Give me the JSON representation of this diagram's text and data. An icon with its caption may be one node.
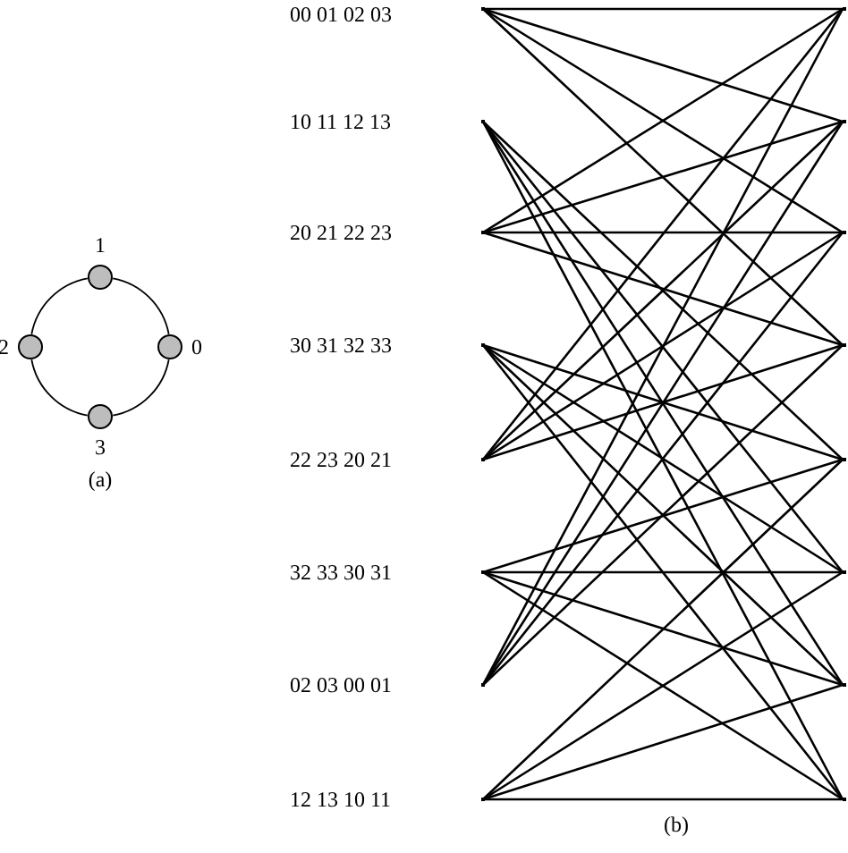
{
  "diagram": {
    "nodes": [
      {
        "text": [
          "1"
        ]
      },
      {
        "text": [
          "2"
        ]
      },
      {
        "text": [
          "0"
        ]
      },
      {
        "text": [
          "3"
        ]
      },
      {
        "text": [
          "00 01 02 03"
        ]
      },
      {
        "text": [
          "10 11 12 13"
        ]
      },
      {
        "text": [
          "20 21 22 23"
        ]
      },
      {
        "text": [
          "30 31 32 33"
        ]
      },
      {
        "text": [
          "22 23 20 21"
        ]
      },
      {
        "text": [
          "32 33 30 31"
        ]
      },
      {
        "text": [
          "02 03 00 01"
        ]
      },
      {
        "text": [
          "12 13 10 11"
        ]
      },
      {
        "text": [],
        "shape": "point"
      },
      {
        "text": [],
        "shape": "point"
      },
      {
        "text": [],
        "shape": "point"
      },
      {
        "text": [],
        "shape": "point"
      },
      {
        "text": [],
        "shape": "point"
      },
      {
        "text": [],
        "shape": "point"
      },
      {
        "text": [],
        "shape": "point"
      },
      {
        "text": [],
        "shape": "point"
      }
    ],
    "edges": [
      {
        "from": 0,
        "to": 2,
        "arrow": "none"
      },
      {
        "from": 2,
        "to": 3,
        "arrow": "none"
      },
      {
        "from": 3,
        "to": 1,
        "arrow": "none"
      },
      {
        "from": 1,
        "to": 0,
        "arrow": "none"
      },
      {
        "from": 4,
        "to": 12,
        "arrow": "none"
      },
      {
        "from": 4,
        "to": 13,
        "arrow": "none"
      },
      {
        "from": 4,
        "to": 14,
        "arrow": "none"
      },
      {
        "from": 4,
        "to": 15,
        "arrow": "none"
      },
      {
        "from": 5,
        "to": 16,
        "arrow": "none"
      },
      {
        "from": 5,
        "to": 17,
        "arrow": "none"
      },
      {
        "from": 5,
        "to": 18,
        "arrow": "none"
      },
      {
        "from": 5,
        "to": 19,
        "arrow": "none"
      },
      {
        "from": 6,
        "to": 12,
        "arrow": "none"
      },
      {
        "from": 6,
        "to": 13,
        "arrow": "none"
      },
      {
        "from": 6,
        "to": 14,
        "arrow": "none"
      },
      {
        "from": 6,
        "to": 15,
        "arrow": "none"
      },
      {
        "from": 7,
        "to": 16,
        "arrow": "none"
      },
      {
        "from": 7,
        "to": 17,
        "arrow": "none"
      },
      {
        "from": 7,
        "to": 18,
        "arrow": "none"
      },
      {
        "from": 7,
        "to": 19,
        "arrow": "none"
      },
      {
        "from": 8,
        "to": 12,
        "arrow": "none"
      },
      {
        "from": 8,
        "to": 13,
        "arrow": "none"
      },
      {
        "from": 8,
        "to": 14,
        "arrow": "none"
      },
      {
        "from": 8,
        "to": 15,
        "arrow": "none"
      },
      {
        "from": 9,
        "to": 16,
        "arrow": "none"
      },
      {
        "from": 9,
        "to": 17,
        "arrow": "none"
      },
      {
        "from": 9,
        "to": 18,
        "arrow": "none"
      },
      {
        "from": 9,
        "to": 19,
        "arrow": "none"
      },
      {
        "from": 10,
        "to": 12,
        "arrow": "none"
      },
      {
        "from": 10,
        "to": 13,
        "arrow": "none"
      },
      {
        "from": 10,
        "to": 14,
        "arrow": "none"
      },
      {
        "from": 10,
        "to": 15,
        "arrow": "none"
      },
      {
        "from": 11,
        "to": 16,
        "arrow": "none"
      },
      {
        "from": 11,
        "to": 17,
        "arrow": "none"
      },
      {
        "from": 11,
        "to": 18,
        "arrow": "none"
      },
      {
        "from": 11,
        "to": 19,
        "arrow": "none"
      }
    ],
    "labels": [
      "(a)",
      "(b)"
    ]
  }
}
